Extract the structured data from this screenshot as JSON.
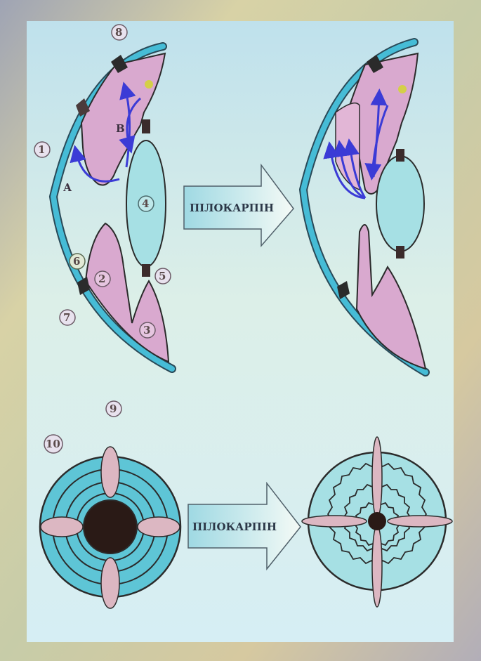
{
  "arrows": {
    "top_label": "ПІЛОКАРПІН",
    "bottom_label": "ПІЛОКАРПІН"
  },
  "markers": {
    "m1": "1",
    "m2": "2",
    "m3": "3",
    "m4": "4",
    "m5": "5",
    "m6": "6",
    "m7": "7",
    "m8": "8",
    "m9": "9",
    "m10": "10"
  },
  "flow_letters": {
    "a": "А",
    "b": "В"
  },
  "colors": {
    "board": "#d2ecf0",
    "cornea": "#46bcd6",
    "iris": "#d9a9cf",
    "lens": "#a6e0e4",
    "flow": "#3b3bd6",
    "iris_disk": "#5ec5d6",
    "ellipse_lobe": "#dcb7c2",
    "pupil": "#2a1a16"
  }
}
